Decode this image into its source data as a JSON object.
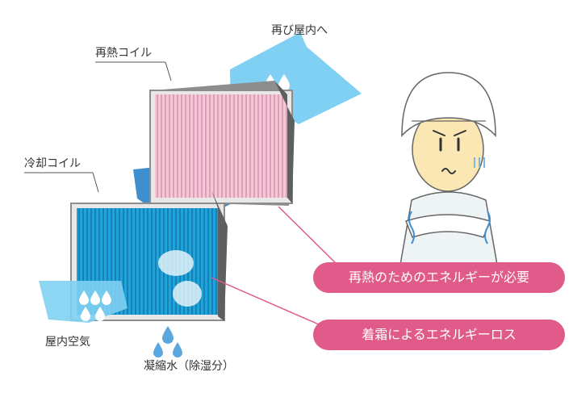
{
  "labels": {
    "reheat_coil": "再熱コイル",
    "cooling_coil": "冷却コイル",
    "back_indoors": "再び屋内へ",
    "indoor_air": "屋内空気",
    "condensate": "凝縮水（除湿分）"
  },
  "callouts": {
    "reheat_energy": "再熱のためのエネルギーが必要",
    "frost_loss": "着霜によるエネルギーロス"
  },
  "colors": {
    "arrow_light": "#7fd0f2",
    "arrow_dark": "#3f8fcf",
    "cooling_fin": "#1ea3dc",
    "reheat_fin": "#f4c6d6",
    "callout": "#e05a8a",
    "frame": "#9a9a9a"
  },
  "icons": [
    "water-drop-icon",
    "cold-shiver-icon",
    "worker-character"
  ]
}
